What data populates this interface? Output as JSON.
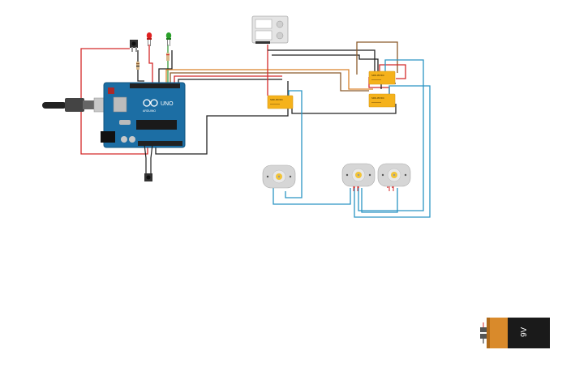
{
  "arduino": {
    "label": "UNO",
    "brand": "ARDUINO",
    "color": "#1c6ea4"
  },
  "relays": [
    {
      "id": "relay-1",
      "label": "SRD-05VDC"
    },
    {
      "id": "relay-2",
      "label": "SRD-05VDC"
    },
    {
      "id": "relay-3",
      "label": "SRD-05VDC"
    }
  ],
  "battery": {
    "label": "9V",
    "color": "#d98a2b"
  },
  "leds": [
    {
      "id": "led-red",
      "color": "#e02020"
    },
    {
      "id": "led-green",
      "color": "#2aa02a"
    }
  ],
  "motors": [
    {
      "id": "motor-1"
    },
    {
      "id": "motor-2"
    },
    {
      "id": "motor-3"
    }
  ],
  "wire_colors": {
    "red": "#d42a2a",
    "black": "#222222",
    "brown": "#8b5a2b",
    "blue": "#2b95c4",
    "green": "#3a9a3a",
    "orange": "#d9822b"
  }
}
